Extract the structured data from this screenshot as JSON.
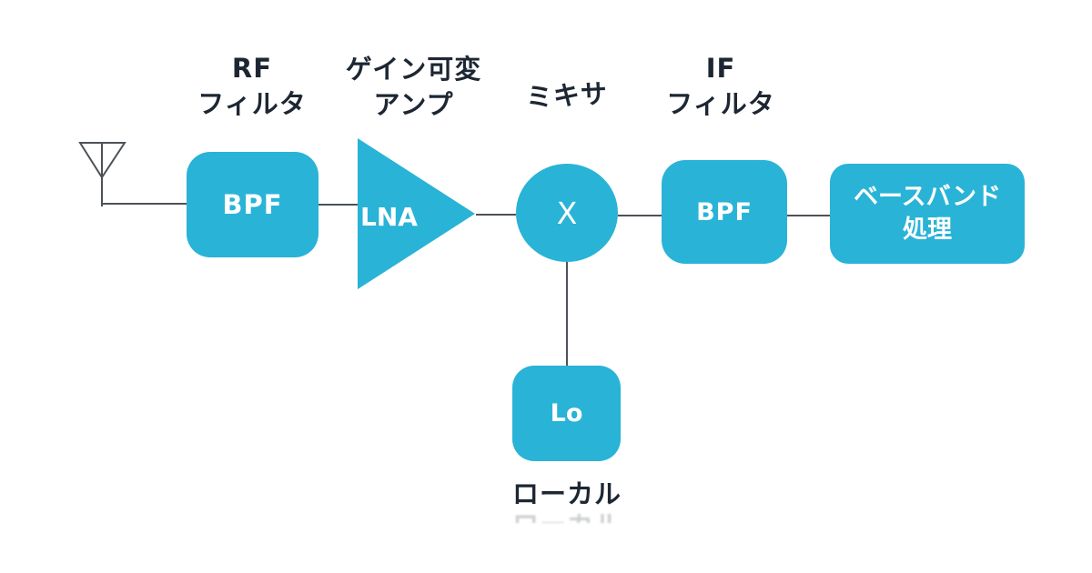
{
  "colors": {
    "accent": "#29b3d7",
    "wire": "#4c5257",
    "label": "#1d2733",
    "box_text": "#ffffff",
    "background": "#ffffff"
  },
  "labels": {
    "rf_filter_line1": "RF",
    "rf_filter_line2": "フィルタ",
    "vga_line1": "ゲイン可変",
    "vga_line2": "アンプ",
    "mixer": "ミキサ",
    "if_filter_line1": "IF",
    "if_filter_line2": "フィルタ",
    "local_osc": "ローカル"
  },
  "blocks": {
    "rf_bpf": "BPF",
    "lna": "LNA",
    "mixer_symbol": "X",
    "if_bpf": "BPF",
    "baseband_line1": "ベースバンド",
    "baseband_line2": "処理",
    "lo": "Lo"
  }
}
